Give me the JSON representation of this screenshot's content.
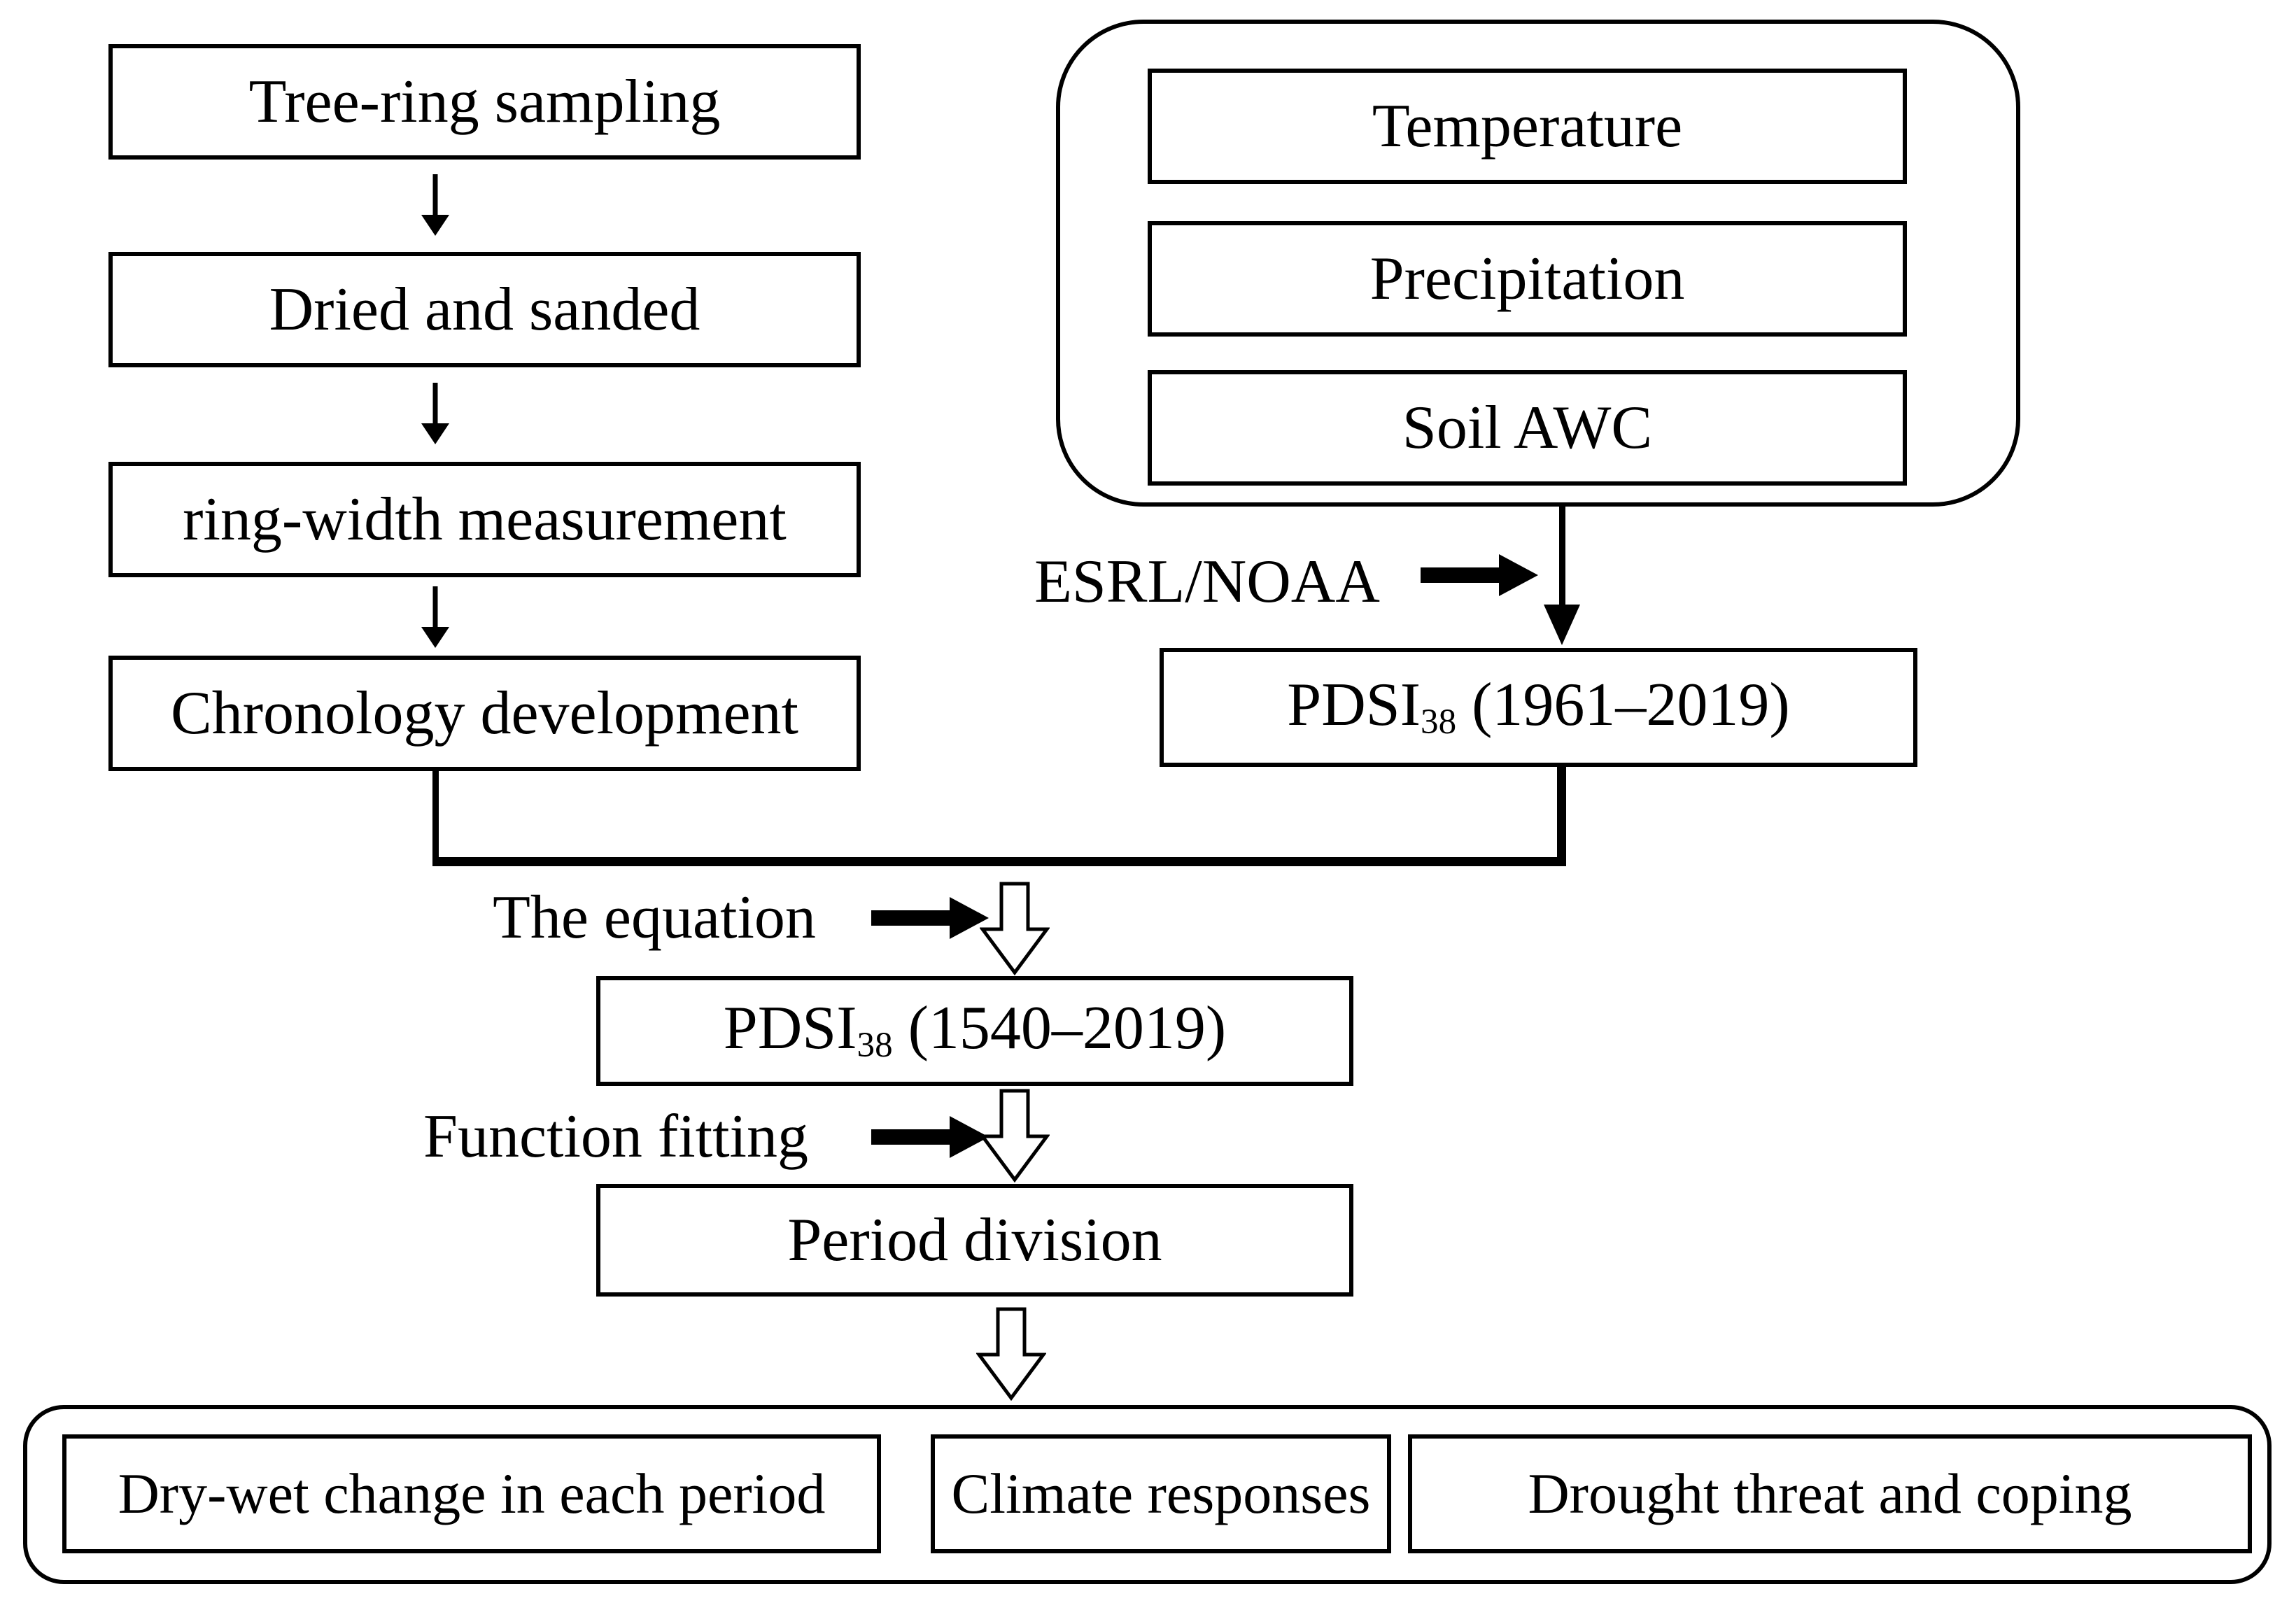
{
  "colors": {
    "ink": "#000000",
    "paper": "#ffffff"
  },
  "flowchart": {
    "left_column": [
      {
        "label": "Tree-ring sampling"
      },
      {
        "label": "Dried and sanded"
      },
      {
        "label": "ring-width measurement"
      },
      {
        "label": "Chronology development"
      }
    ],
    "climate_inputs": {
      "boxes": [
        {
          "label": "Temperature"
        },
        {
          "label": "Precipitation"
        },
        {
          "label": "Soil AWC"
        }
      ]
    },
    "annotations": {
      "data_source": "ESRL/NOAA",
      "equation": "The equation",
      "function_fitting": "Function fitting"
    },
    "pdsi_instrumental": {
      "name": "PDSI",
      "subscript": "38",
      "period": " (1961–2019)"
    },
    "pdsi_reconstructed": {
      "name": "PDSI",
      "subscript": "38",
      "period": " (1540–2019)"
    },
    "period_division": {
      "label": "Period division"
    },
    "outputs": [
      {
        "label": "Dry-wet change in each period"
      },
      {
        "label": "Climate responses"
      },
      {
        "label": "Drought threat and coping"
      }
    ]
  }
}
